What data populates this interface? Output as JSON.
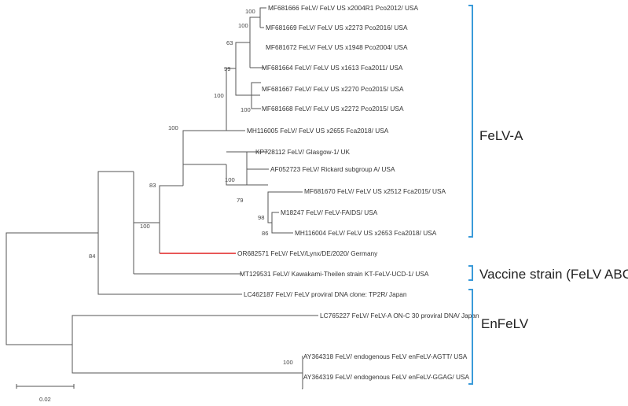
{
  "tree": {
    "leaves": [
      "MF681666 FeLV/ FeLV US x2004R1 Pco2012/ USA",
      "MF681669 FeLV/ FeLV US x2273 Pco2016/ USA",
      "MF681672 FeLV/ FeLV US x1948 Pco2004/ USA",
      "MF681664 FeLV/ FeLV US x1613 Fca2011/ USA",
      "MF681667 FeLV/ FeLV US x2270 Pco2015/ USA",
      "MF681668 FeLV/ FeLV US x2272 Pco2015/ USA",
      "MH116005 FeLV/ FeLV US x2655 Fca2018/ USA",
      "KP728112 FeLV/ Glasgow-1/ UK",
      "AF052723 FeLV/ Rickard subgroup A/ USA",
      "MF681670 FeLV/ FeLV US x2512 Fca2015/ USA",
      "M18247 FeLV/ FeLV-FAIDS/ USA",
      "MH116004 FeLV/ FeLV US x2653 Fca2018/ USA",
      "OR682571 FeLV/ FeLV/Lynx/DE/2020/ Germany",
      "MT129531 FeLV/ Kawakami-Theilen strain KT-FeLV-UCD-1/ USA",
      "LC462187 FeLV/ FeLV proviral DNA clone: TP2R/ Japan",
      "LC765227 FeLV/ FeLV-A ON-C 30 proviral DNA/ Japan",
      "AY364318 FeLV/ endogenous FeLV enFeLV-AGTT/ USA",
      "AY364319 FeLV/ endogenous FeLV enFeLV-GGAG/ USA"
    ],
    "bootstrap": [
      "100",
      "100",
      "63",
      "99",
      "100",
      "100",
      "100",
      "79",
      "98",
      "86",
      "83",
      "100",
      "84",
      "100"
    ],
    "highlight_leaf_color": "#e02020",
    "clade_bracket_color": "#3a9ad9"
  },
  "clades": {
    "felv_a": "FeLV-A",
    "vaccine": "Vaccine strain (FeLV ABC)",
    "enfelv": "EnFeLV"
  },
  "scale_bar": {
    "label": "0.02"
  }
}
